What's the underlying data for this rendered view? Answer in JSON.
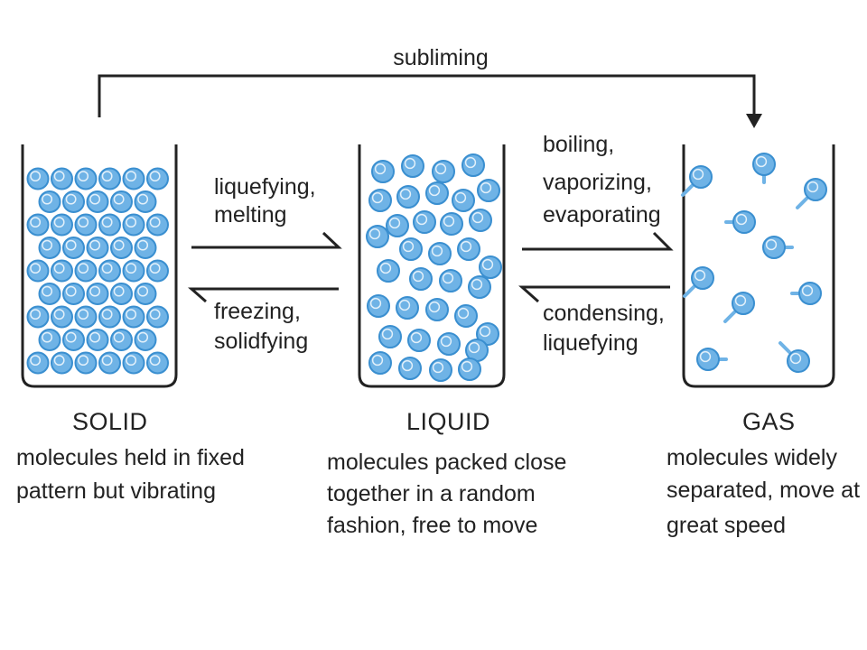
{
  "diagram": {
    "top_process": "subliming",
    "between_solid_liquid": {
      "forward": [
        "liquefying,",
        "melting"
      ],
      "backward": [
        "freezing,",
        "solidfying"
      ]
    },
    "between_liquid_gas": {
      "forward": [
        "boiling,",
        "vaporizing,",
        "evaporating"
      ],
      "backward": [
        "condensing,",
        "liquefying"
      ]
    },
    "states": [
      {
        "name": "SOLID",
        "description": [
          "molecules held in fixed",
          "pattern but vibrating"
        ]
      },
      {
        "name": "LIQUID",
        "description": [
          "molecules packed close",
          "together in a random",
          "fashion, free to move"
        ]
      },
      {
        "name": "GAS",
        "description": [
          "molecules  widely",
          "separated, move at",
          "great speed"
        ]
      }
    ],
    "colors": {
      "ink": "#222222",
      "molecule_fill": "#6fb3e6",
      "molecule_stroke": "#3a8fd0",
      "beaker_fill": "#ffffff"
    }
  }
}
